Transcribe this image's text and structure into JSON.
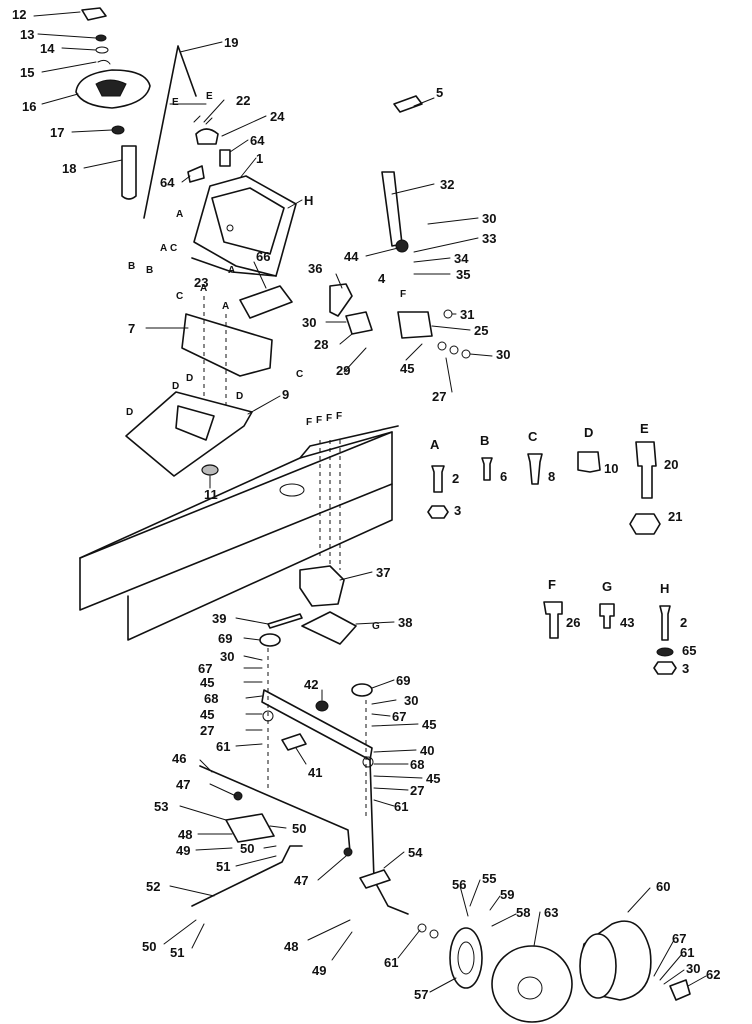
{
  "callouts": [
    {
      "id": "c12",
      "text": "12"
    },
    {
      "id": "c13",
      "text": "13"
    },
    {
      "id": "c14",
      "text": "14"
    },
    {
      "id": "c15",
      "text": "15"
    },
    {
      "id": "c16",
      "text": "16"
    },
    {
      "id": "c17",
      "text": "17"
    },
    {
      "id": "c18",
      "text": "18"
    },
    {
      "id": "c19",
      "text": "19"
    },
    {
      "id": "c22",
      "text": "22"
    },
    {
      "id": "c24",
      "text": "24"
    },
    {
      "id": "c64a",
      "text": "64"
    },
    {
      "id": "c64b",
      "text": "64"
    },
    {
      "id": "c1",
      "text": "1"
    },
    {
      "id": "cH",
      "text": "H"
    },
    {
      "id": "c23",
      "text": "23"
    },
    {
      "id": "c66",
      "text": "66"
    },
    {
      "id": "c7",
      "text": "7"
    },
    {
      "id": "c9",
      "text": "9"
    },
    {
      "id": "c11",
      "text": "11"
    },
    {
      "id": "c5",
      "text": "5"
    },
    {
      "id": "c32",
      "text": "32"
    },
    {
      "id": "c30a",
      "text": "30"
    },
    {
      "id": "c33",
      "text": "33"
    },
    {
      "id": "c44",
      "text": "44"
    },
    {
      "id": "c34",
      "text": "34"
    },
    {
      "id": "c36",
      "text": "36"
    },
    {
      "id": "c4",
      "text": "4"
    },
    {
      "id": "c35",
      "text": "35"
    },
    {
      "id": "c31",
      "text": "31"
    },
    {
      "id": "c30b",
      "text": "30"
    },
    {
      "id": "c25",
      "text": "25"
    },
    {
      "id": "c28",
      "text": "28"
    },
    {
      "id": "c29",
      "text": "29"
    },
    {
      "id": "c45a",
      "text": "45"
    },
    {
      "id": "c30c",
      "text": "30"
    },
    {
      "id": "c27a",
      "text": "27"
    },
    {
      "id": "c37",
      "text": "37"
    },
    {
      "id": "c39",
      "text": "39"
    },
    {
      "id": "c38",
      "text": "38"
    },
    {
      "id": "c69a",
      "text": "69"
    },
    {
      "id": "c30d",
      "text": "30"
    },
    {
      "id": "c67a",
      "text": "67"
    },
    {
      "id": "c45b",
      "text": "45"
    },
    {
      "id": "c68a",
      "text": "68"
    },
    {
      "id": "c45c",
      "text": "45"
    },
    {
      "id": "c27b",
      "text": "27"
    },
    {
      "id": "c61a",
      "text": "61"
    },
    {
      "id": "c42",
      "text": "42"
    },
    {
      "id": "c69b",
      "text": "69"
    },
    {
      "id": "c30e",
      "text": "30"
    },
    {
      "id": "c67b",
      "text": "67"
    },
    {
      "id": "c45d",
      "text": "45"
    },
    {
      "id": "c41",
      "text": "41"
    },
    {
      "id": "c40",
      "text": "40"
    },
    {
      "id": "c68b",
      "text": "68"
    },
    {
      "id": "c45e",
      "text": "45"
    },
    {
      "id": "c27c",
      "text": "27"
    },
    {
      "id": "c61b",
      "text": "61"
    },
    {
      "id": "c46",
      "text": "46"
    },
    {
      "id": "c47a",
      "text": "47"
    },
    {
      "id": "c53",
      "text": "53"
    },
    {
      "id": "c50a",
      "text": "50"
    },
    {
      "id": "c48a",
      "text": "48"
    },
    {
      "id": "c50b",
      "text": "50"
    },
    {
      "id": "c49a",
      "text": "49"
    },
    {
      "id": "c51a",
      "text": "51"
    },
    {
      "id": "c47b",
      "text": "47"
    },
    {
      "id": "c54",
      "text": "54"
    },
    {
      "id": "c52",
      "text": "52"
    },
    {
      "id": "c50c",
      "text": "50"
    },
    {
      "id": "c51b",
      "text": "51"
    },
    {
      "id": "c48b",
      "text": "48"
    },
    {
      "id": "c49b",
      "text": "49"
    },
    {
      "id": "c56",
      "text": "56"
    },
    {
      "id": "c55",
      "text": "55"
    },
    {
      "id": "c59",
      "text": "59"
    },
    {
      "id": "c58",
      "text": "58"
    },
    {
      "id": "c60",
      "text": "60"
    },
    {
      "id": "c63",
      "text": "63"
    },
    {
      "id": "c61c",
      "text": "61"
    },
    {
      "id": "c57",
      "text": "57"
    },
    {
      "id": "c67c",
      "text": "67"
    },
    {
      "id": "c61d",
      "text": "61"
    },
    {
      "id": "c30f",
      "text": "30"
    },
    {
      "id": "c62",
      "text": "62"
    }
  ],
  "hardware_key": [
    {
      "letter": "A",
      "items": [
        "2",
        "3"
      ]
    },
    {
      "letter": "B",
      "items": [
        "6"
      ]
    },
    {
      "letter": "C",
      "items": [
        "8"
      ]
    },
    {
      "letter": "D",
      "items": [
        "10"
      ]
    },
    {
      "letter": "E",
      "items": [
        "20",
        "21"
      ]
    },
    {
      "letter": "F",
      "items": [
        "26"
      ]
    },
    {
      "letter": "G",
      "items": [
        "43"
      ]
    },
    {
      "letter": "H",
      "items": [
        "2",
        "65",
        "3"
      ]
    }
  ],
  "reference_letters": [
    {
      "id": "rE1",
      "text": "E"
    },
    {
      "id": "rE2",
      "text": "E"
    },
    {
      "id": "rA1",
      "text": "A"
    },
    {
      "id": "rA2",
      "text": "A"
    },
    {
      "id": "rA3",
      "text": "A"
    },
    {
      "id": "rB1",
      "text": "B"
    },
    {
      "id": "rB2",
      "text": "B"
    },
    {
      "id": "rC1",
      "text": "C"
    },
    {
      "id": "rC2",
      "text": "C"
    },
    {
      "id": "rA4",
      "text": "A"
    },
    {
      "id": "rA5",
      "text": "A"
    },
    {
      "id": "rC3",
      "text": "C"
    },
    {
      "id": "rD1",
      "text": "D"
    },
    {
      "id": "rD2",
      "text": "D"
    },
    {
      "id": "rD3",
      "text": "D"
    },
    {
      "id": "rD4",
      "text": "D"
    },
    {
      "id": "rF1",
      "text": "F"
    },
    {
      "id": "rF2",
      "text": "F"
    },
    {
      "id": "rF3",
      "text": "F"
    },
    {
      "id": "rF4",
      "text": "F"
    },
    {
      "id": "rF5",
      "text": "F"
    },
    {
      "id": "rG1",
      "text": "G"
    }
  ]
}
